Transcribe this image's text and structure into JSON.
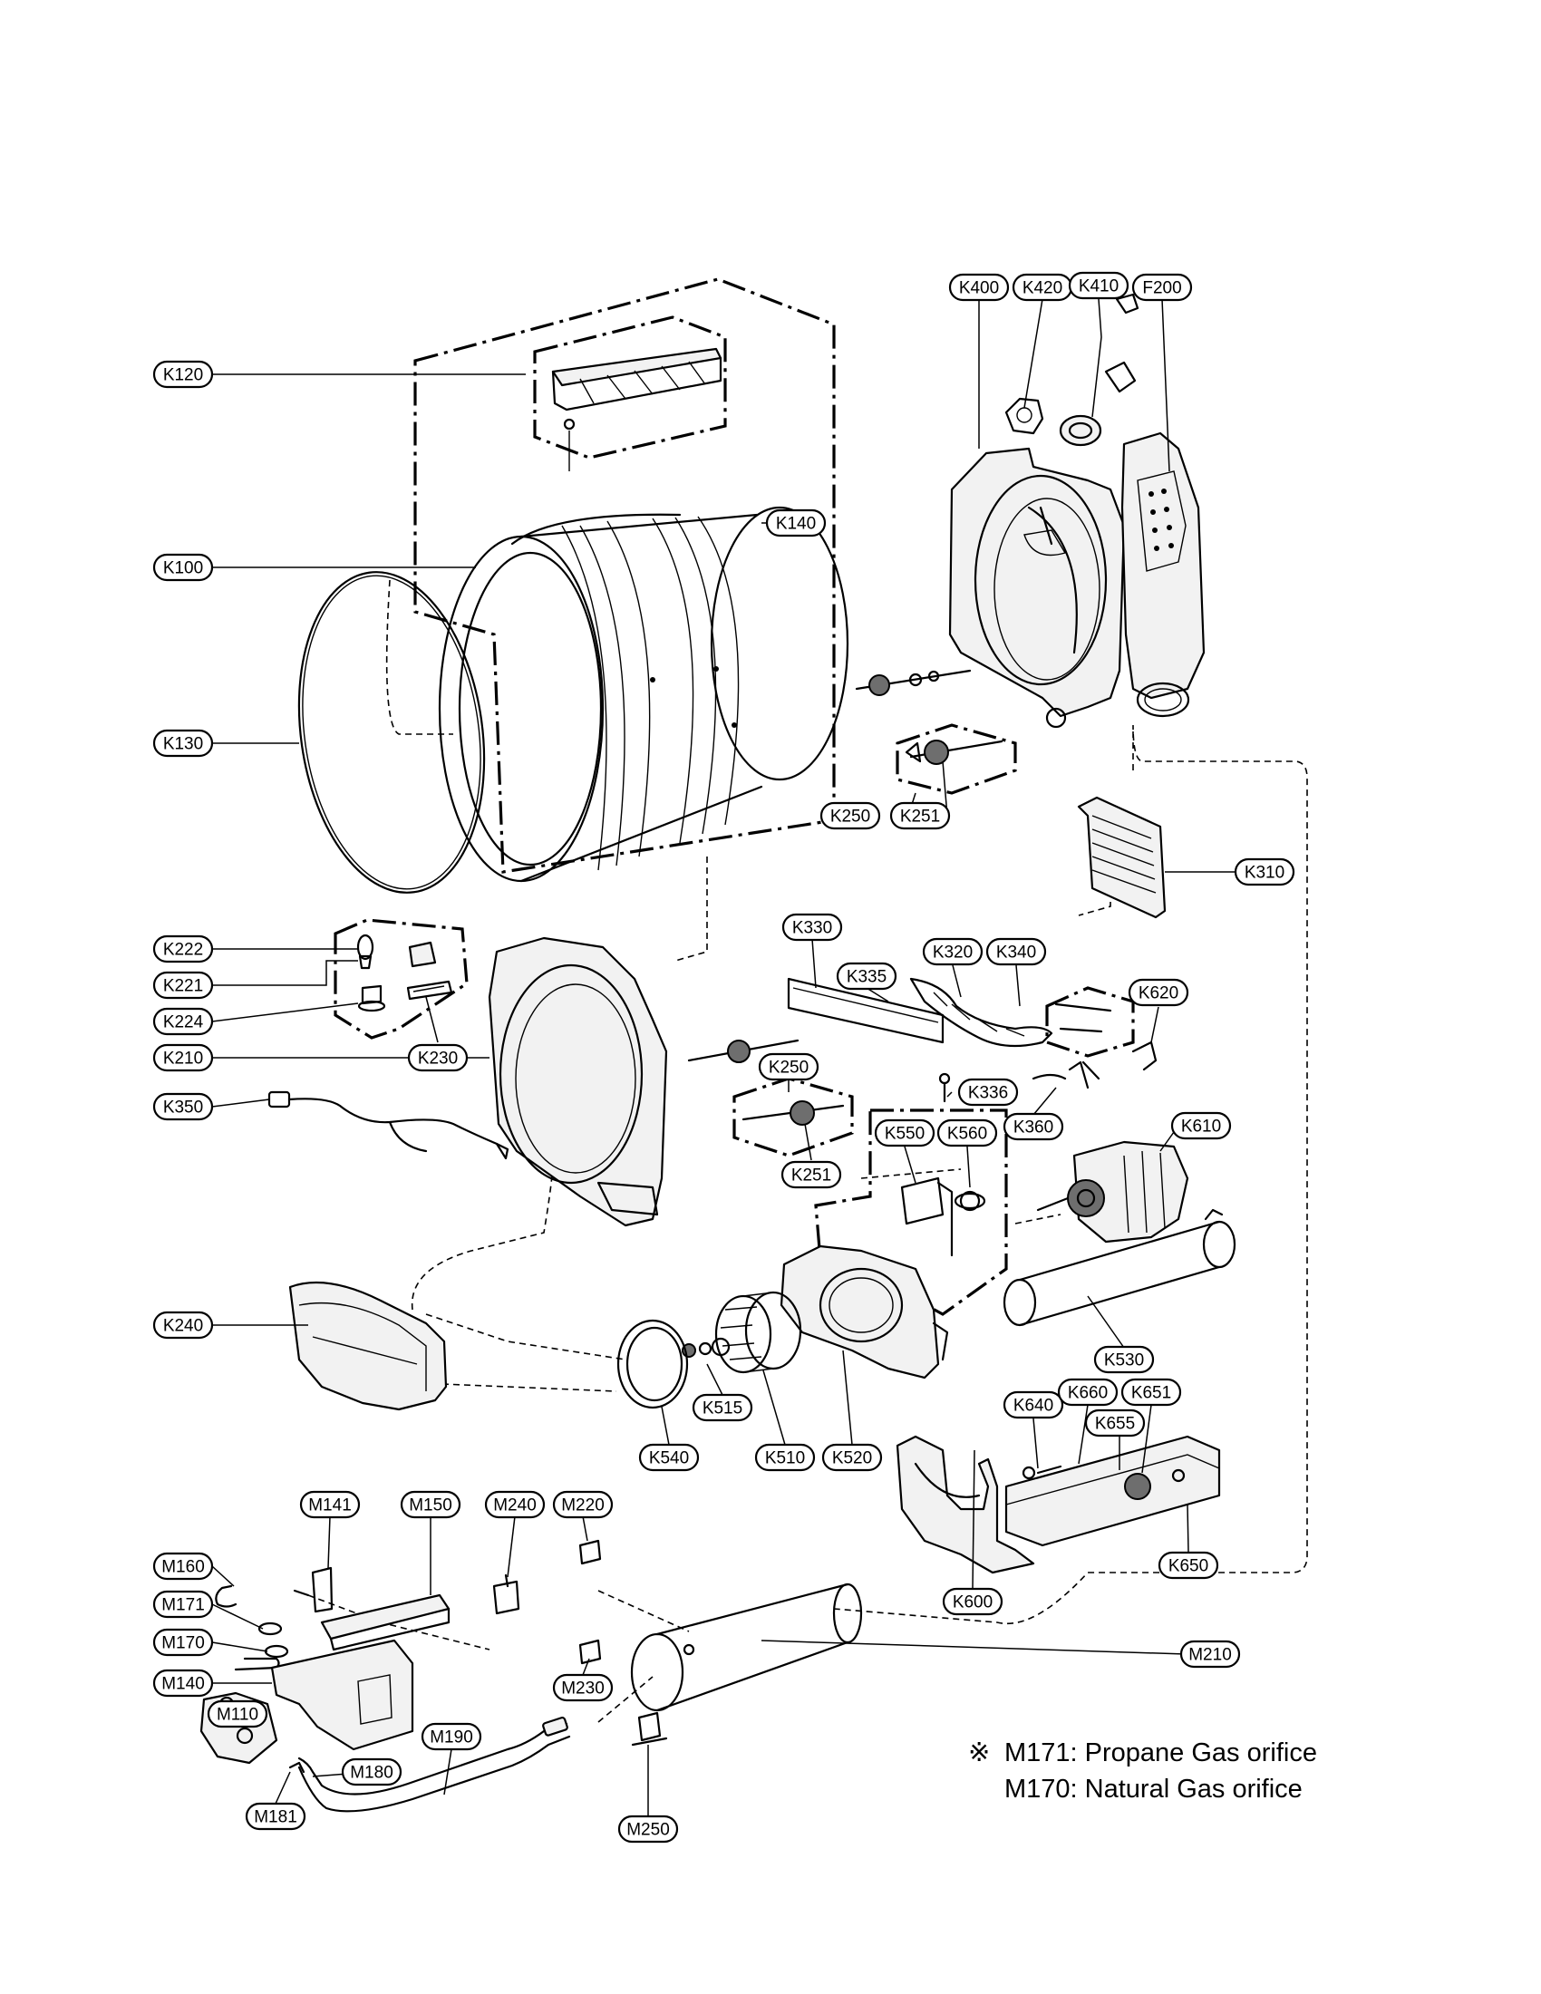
{
  "callouts": [
    {
      "id": "k120",
      "label": "K120"
    },
    {
      "id": "k100",
      "label": "K100"
    },
    {
      "id": "k130",
      "label": "K130"
    },
    {
      "id": "k140",
      "label": "K140"
    },
    {
      "id": "k400",
      "label": "K400"
    },
    {
      "id": "k420",
      "label": "K420"
    },
    {
      "id": "k410",
      "label": "K410"
    },
    {
      "id": "f200",
      "label": "F200"
    },
    {
      "id": "k250a",
      "label": "K250"
    },
    {
      "id": "k251a",
      "label": "K251"
    },
    {
      "id": "k310",
      "label": "K310"
    },
    {
      "id": "k330",
      "label": "K330"
    },
    {
      "id": "k335",
      "label": "K335"
    },
    {
      "id": "k320",
      "label": "K320"
    },
    {
      "id": "k340",
      "label": "K340"
    },
    {
      "id": "k620",
      "label": "K620"
    },
    {
      "id": "k222",
      "label": "K222"
    },
    {
      "id": "k221",
      "label": "K221"
    },
    {
      "id": "k224",
      "label": "K224"
    },
    {
      "id": "k210",
      "label": "K210"
    },
    {
      "id": "k230",
      "label": "K230"
    },
    {
      "id": "k350",
      "label": "K350"
    },
    {
      "id": "k250b",
      "label": "K250"
    },
    {
      "id": "k251b",
      "label": "K251"
    },
    {
      "id": "k336",
      "label": "K336"
    },
    {
      "id": "k360",
      "label": "K360"
    },
    {
      "id": "k610",
      "label": "K610"
    },
    {
      "id": "k550",
      "label": "K550"
    },
    {
      "id": "k560",
      "label": "K560"
    },
    {
      "id": "k240",
      "label": "K240"
    },
    {
      "id": "k530",
      "label": "K530"
    },
    {
      "id": "k515",
      "label": "K515"
    },
    {
      "id": "k540",
      "label": "K540"
    },
    {
      "id": "k510",
      "label": "K510"
    },
    {
      "id": "k520",
      "label": "K520"
    },
    {
      "id": "k640",
      "label": "K640"
    },
    {
      "id": "k660",
      "label": "K660"
    },
    {
      "id": "k651",
      "label": "K651"
    },
    {
      "id": "k655",
      "label": "K655"
    },
    {
      "id": "k650",
      "label": "K650"
    },
    {
      "id": "k600",
      "label": "K600"
    },
    {
      "id": "m141",
      "label": "M141"
    },
    {
      "id": "m150",
      "label": "M150"
    },
    {
      "id": "m240",
      "label": "M240"
    },
    {
      "id": "m220",
      "label": "M220"
    },
    {
      "id": "m160",
      "label": "M160"
    },
    {
      "id": "m171",
      "label": "M171"
    },
    {
      "id": "m170",
      "label": "M170"
    },
    {
      "id": "m140",
      "label": "M140"
    },
    {
      "id": "m110",
      "label": "M110"
    },
    {
      "id": "m190",
      "label": "M190"
    },
    {
      "id": "m180",
      "label": "M180"
    },
    {
      "id": "m181",
      "label": "M181"
    },
    {
      "id": "m230",
      "label": "M230"
    },
    {
      "id": "m210",
      "label": "M210"
    },
    {
      "id": "m250",
      "label": "M250"
    }
  ],
  "note": {
    "symbol": "※",
    "line1": "M171: Propane Gas orifice",
    "line2": "M170: Natural Gas orifice"
  }
}
